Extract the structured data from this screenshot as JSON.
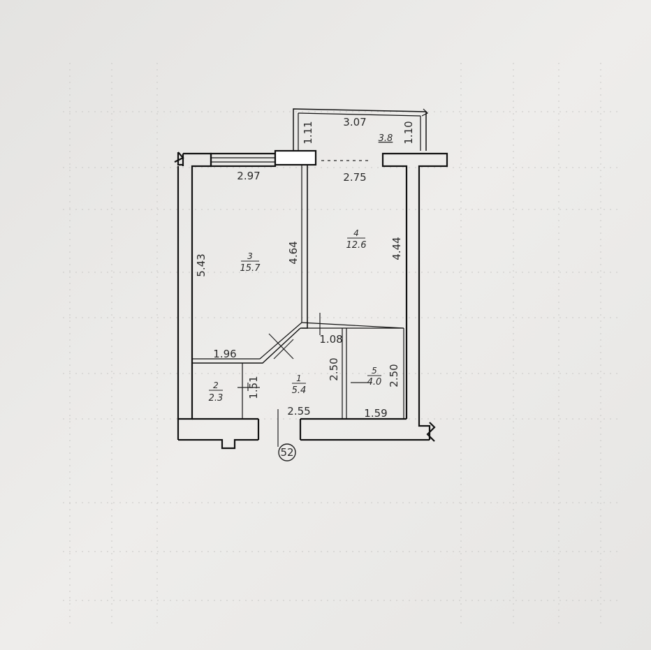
{
  "rooms": [
    {
      "id": "room-3",
      "number": "3",
      "area": "15.7"
    },
    {
      "id": "room-4",
      "number": "4",
      "area": "12.6"
    },
    {
      "id": "room-1",
      "number": "1",
      "area": "5.4"
    },
    {
      "id": "room-2",
      "number": "2",
      "area": "2.3"
    },
    {
      "id": "room-5",
      "number": "5",
      "area": "4.0"
    }
  ],
  "balcony": {
    "area": "3.8",
    "width": "3.07",
    "depth_left": "1.11",
    "depth_right": "1.10"
  },
  "dimensions": {
    "room3_width": "2.97",
    "room3_height": "5.43",
    "room3_partition": "4.64",
    "room4_width": "2.75",
    "room4_height": "4.44",
    "hall_top": "1.08",
    "hall_left": "1.96",
    "hall_height": "2.50",
    "hall_bottom": "2.55",
    "room2_height": "1.51",
    "room5_width": "1.59",
    "room5_height": "2.50"
  },
  "axis_marker": "52",
  "colors": {
    "wall": "#111111",
    "paper": "#e9e8e6",
    "grid": "#c9c8c6"
  }
}
